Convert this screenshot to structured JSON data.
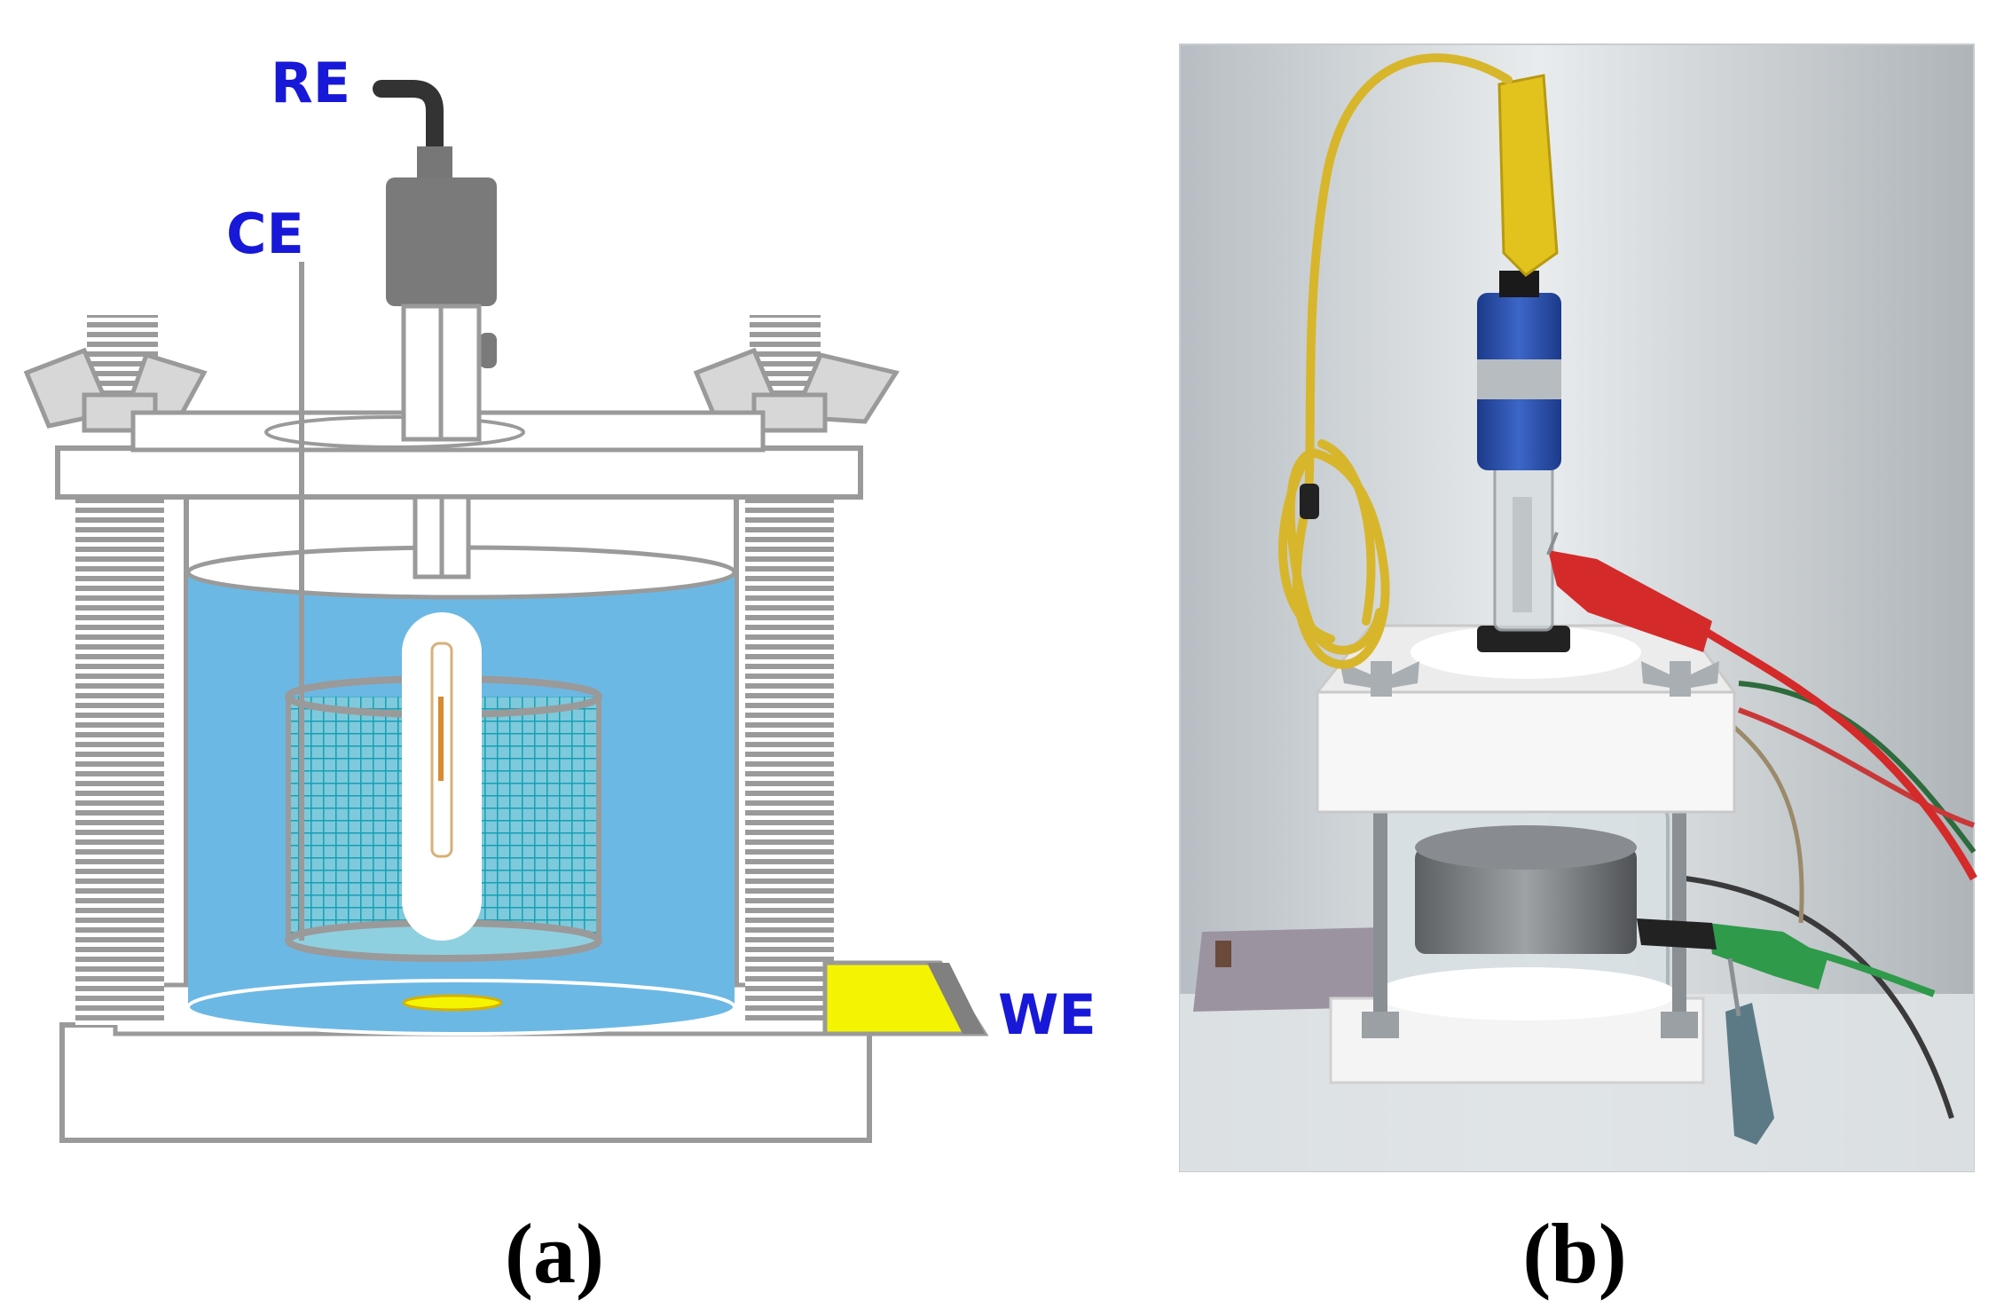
{
  "panel_a": {
    "labels": {
      "reference_electrode": "RE",
      "counter_electrode": "CE",
      "working_electrode": "WE"
    },
    "caption_letter": "a",
    "caption_open": "(",
    "caption_close": ")",
    "colors": {
      "electrolyte": "#6cb8e4",
      "mesh": "#1fa6b8",
      "working_electrode": "#f4f400",
      "label": "#1818d8",
      "structure": "#9a9a9a"
    }
  },
  "panel_b": {
    "caption_letter": "b",
    "caption_open": "(",
    "caption_close": ")",
    "colors": {
      "cable_yellow": "#d8b62c",
      "clip_red": "#d42a2a",
      "clip_green": "#2e9a4a",
      "electrode_blue": "#2a4fb0"
    }
  }
}
